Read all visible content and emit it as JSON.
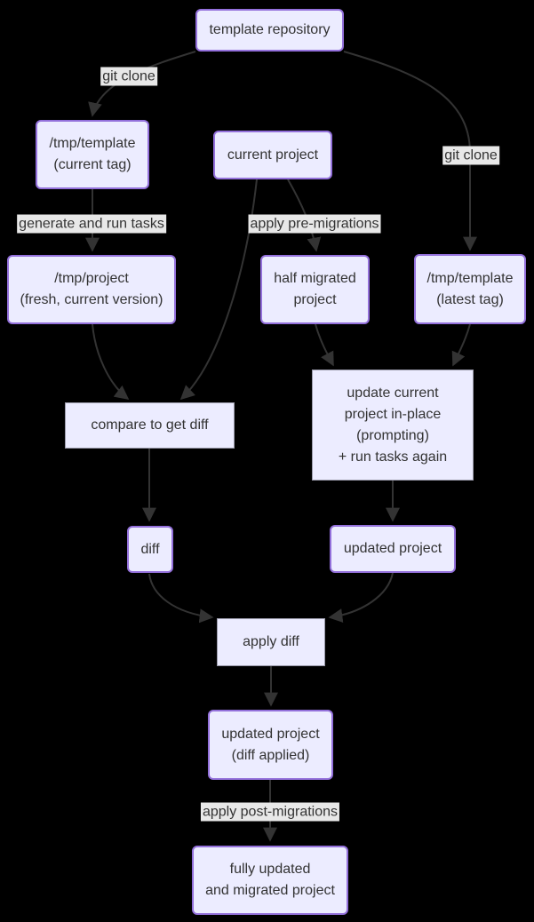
{
  "diagram": {
    "type": "flowchart",
    "colors": {
      "background": "#000000",
      "node_fill": "#ECECFF",
      "node_border": "#9370DB",
      "process_border": "#9a9aaa",
      "edge": "#333333",
      "edge_label_bg": "#e8e8e8",
      "text": "#333333"
    }
  },
  "nodes": {
    "template_repository": {
      "lines": [
        "template repository"
      ]
    },
    "tmp_template_current": {
      "lines": [
        "/tmp/template",
        "(current tag)"
      ]
    },
    "current_project": {
      "lines": [
        "current project"
      ]
    },
    "tmp_project_fresh": {
      "lines": [
        "/tmp/project",
        "(fresh, current version)"
      ]
    },
    "half_migrated_project": {
      "lines": [
        "half migrated",
        "project"
      ]
    },
    "tmp_template_latest": {
      "lines": [
        "/tmp/template",
        "(latest tag)"
      ]
    },
    "compare_to_get_diff": {
      "lines": [
        "compare to get diff"
      ]
    },
    "update_current_project": {
      "lines": [
        "update current",
        "project in-place",
        "(prompting)",
        "+ run tasks again"
      ]
    },
    "diff": {
      "lines": [
        "diff"
      ]
    },
    "updated_project": {
      "lines": [
        "updated project"
      ]
    },
    "apply_diff": {
      "lines": [
        "apply diff"
      ]
    },
    "updated_project_diff_applied": {
      "lines": [
        "updated project",
        "(diff applied)"
      ]
    },
    "fully_updated_project": {
      "lines": [
        "fully updated",
        "and migrated project"
      ]
    }
  },
  "edge_labels": {
    "git_clone_left": "git clone",
    "git_clone_right": "git clone",
    "generate_and_run_tasks": "generate and run tasks",
    "apply_pre_migrations": "apply pre-migrations",
    "apply_post_migrations": "apply post-migrations"
  }
}
